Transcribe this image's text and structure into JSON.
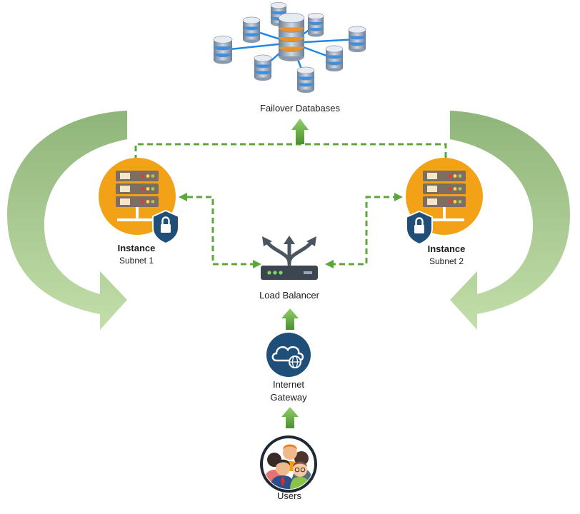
{
  "nodes": {
    "failover": {
      "label": "Failover Databases"
    },
    "instance1": {
      "title": "Instance",
      "subtitle": "Subnet 1"
    },
    "instance2": {
      "title": "Instance",
      "subtitle": "Subnet 2"
    },
    "load_balancer": {
      "label": "Load Balancer"
    },
    "gateway": {
      "line1": "Internet",
      "line2": "Gateway"
    },
    "users": {
      "label": "Users"
    }
  },
  "colors": {
    "connector": "#5aa83a",
    "up_arrow": "#6cb043",
    "curve_arrow": "#a9cc8f",
    "server_badge": "#f3a218",
    "shield": "#1f4e79",
    "gateway_circle": "#1f4e79",
    "server_body": "#7d6d62"
  },
  "icons": [
    "database-cluster-icon",
    "server-icon",
    "shield-lock-icon",
    "load-balancer-icon",
    "cloud-globe-icon",
    "users-group-icon"
  ]
}
